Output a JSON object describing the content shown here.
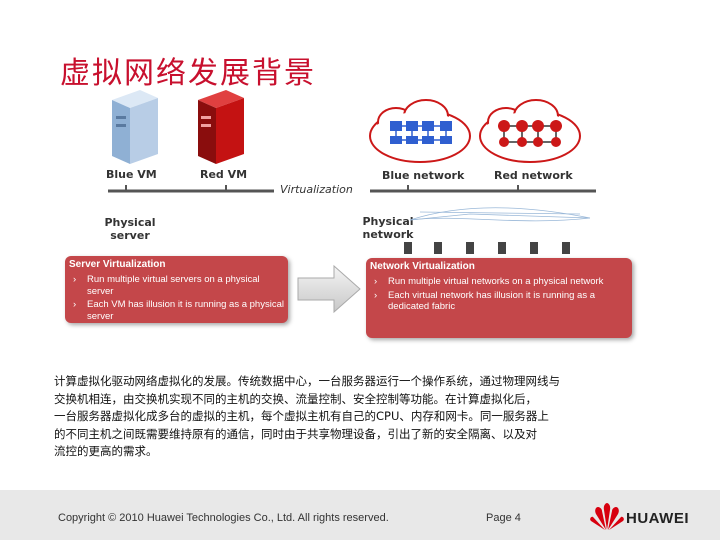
{
  "title": "虚拟网络发展背景",
  "diagram": {
    "left": {
      "blue_vm": "Blue VM",
      "red_vm": "Red VM",
      "physical_server": [
        "Physical",
        "server"
      ]
    },
    "virtualization_label": "Virtualization",
    "right": {
      "blue_network": "Blue network",
      "red_network": "Red network",
      "physical_network": [
        "Physical",
        "network"
      ]
    },
    "colors": {
      "blue": "#2f5fd0",
      "red": "#cc1818",
      "box": "#c4474a"
    }
  },
  "server_box": {
    "title": "Server Virtualization",
    "bullets": [
      "Run multiple virtual servers on a physical server",
      "Each VM has illusion it is running as a physical server"
    ]
  },
  "network_box": {
    "title": "Network Virtualization",
    "bullets": [
      "Run multiple virtual networks on a physical network",
      "Each virtual network has illusion it is running as a dedicated fabric"
    ]
  },
  "paragraph": [
    "计算虚拟化驱动网络虚拟化的发展。传统数据中心，一台服务器运行一个操作系统，通过物理网线与",
    "交换机相连，由交换机实现不同的主机的交换、流量控制、安全控制等功能。在计算虚拟化后，",
    "一台服务器虚拟化成多台的虚拟的主机，每个虚拟主机有自己的CPU、内存和网卡。同一服务器上",
    "的不同主机之间既需要维持原有的通信，同时由于共享物理设备，引出了新的安全隔离、以及对",
    "流控的更高的需求。"
  ],
  "footer": {
    "copyright": "Copyright © 2010 Huawei Technologies Co., Ltd. All rights reserved.",
    "page": "Page 4",
    "brand": "HUAWEI"
  }
}
